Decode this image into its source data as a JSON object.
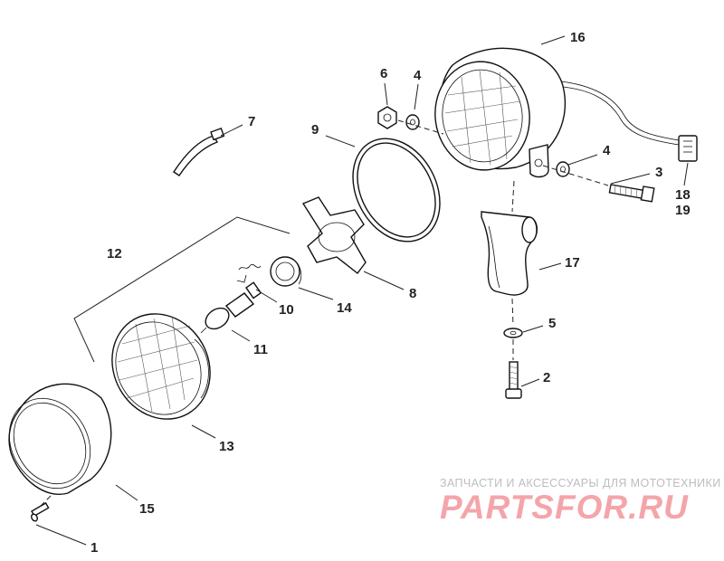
{
  "callouts": {
    "c1": "1",
    "c2": "2",
    "c3": "3",
    "c4a": "4",
    "c4b": "4",
    "c5": "5",
    "c6": "6",
    "c7": "7",
    "c8": "8",
    "c9": "9",
    "c10": "10",
    "c11": "11",
    "c12": "12",
    "c13": "13",
    "c14": "14",
    "c15": "15",
    "c16": "16",
    "c17": "17",
    "c18": "18",
    "c19": "19"
  },
  "watermark": {
    "caption": "ЗАПЧАСТИ И АКСЕССУАРЫ ДЛЯ МОТОТЕХНИКИ",
    "logo": "PARTSFOR.RU"
  },
  "colors": {
    "line": "#111111",
    "watermark_logo": "#f4a5aa",
    "watermark_caption": "#bdbdbd"
  }
}
